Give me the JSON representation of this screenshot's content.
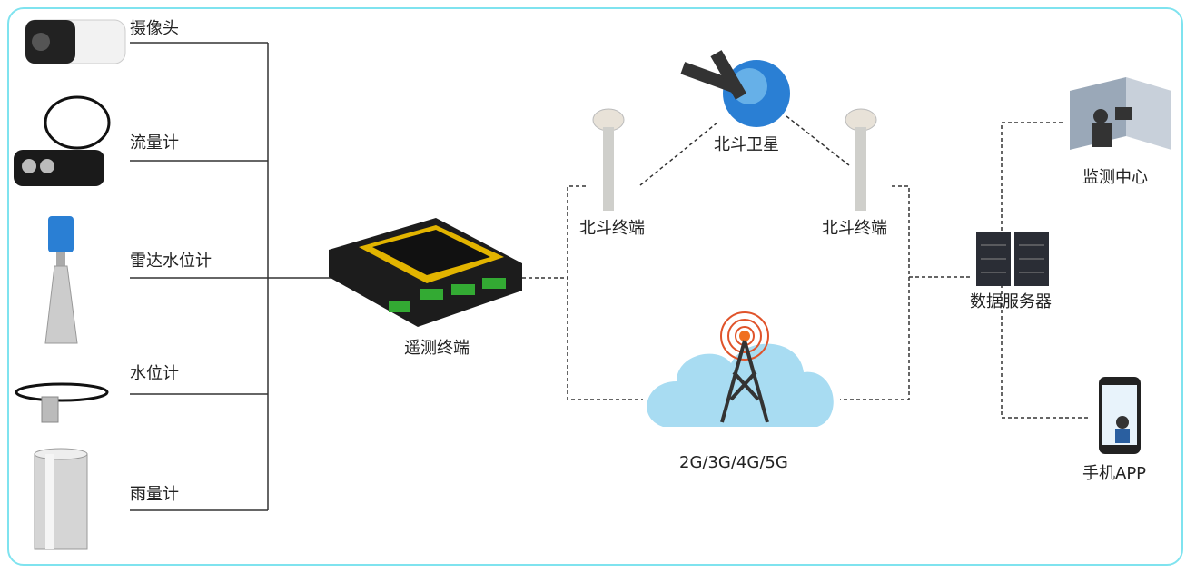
{
  "sensors": [
    {
      "label": "摄像头",
      "icon": "camera-icon"
    },
    {
      "label": "流量计",
      "icon": "flow-meter-icon"
    },
    {
      "label": "雷达水位计",
      "icon": "radar-level-meter-icon"
    },
    {
      "label": "水位计",
      "icon": "water-level-meter-icon"
    },
    {
      "label": "雨量计",
      "icon": "rain-gauge-icon"
    }
  ],
  "terminal": {
    "label": "遥测终端"
  },
  "beidou_left": {
    "label": "北斗终端"
  },
  "beidou_right": {
    "label": "北斗终端"
  },
  "satellite": {
    "label": "北斗卫星"
  },
  "cellular": {
    "label": "2G/3G/4G/5G"
  },
  "server": {
    "label": "数据服务器"
  },
  "monitor_center": {
    "label": "监测中心"
  },
  "mobile_app": {
    "label": "手机APP"
  },
  "colors": {
    "frame": "#7fe3ef",
    "cloud": "#a8dcf2",
    "signal": "#e0532a"
  }
}
